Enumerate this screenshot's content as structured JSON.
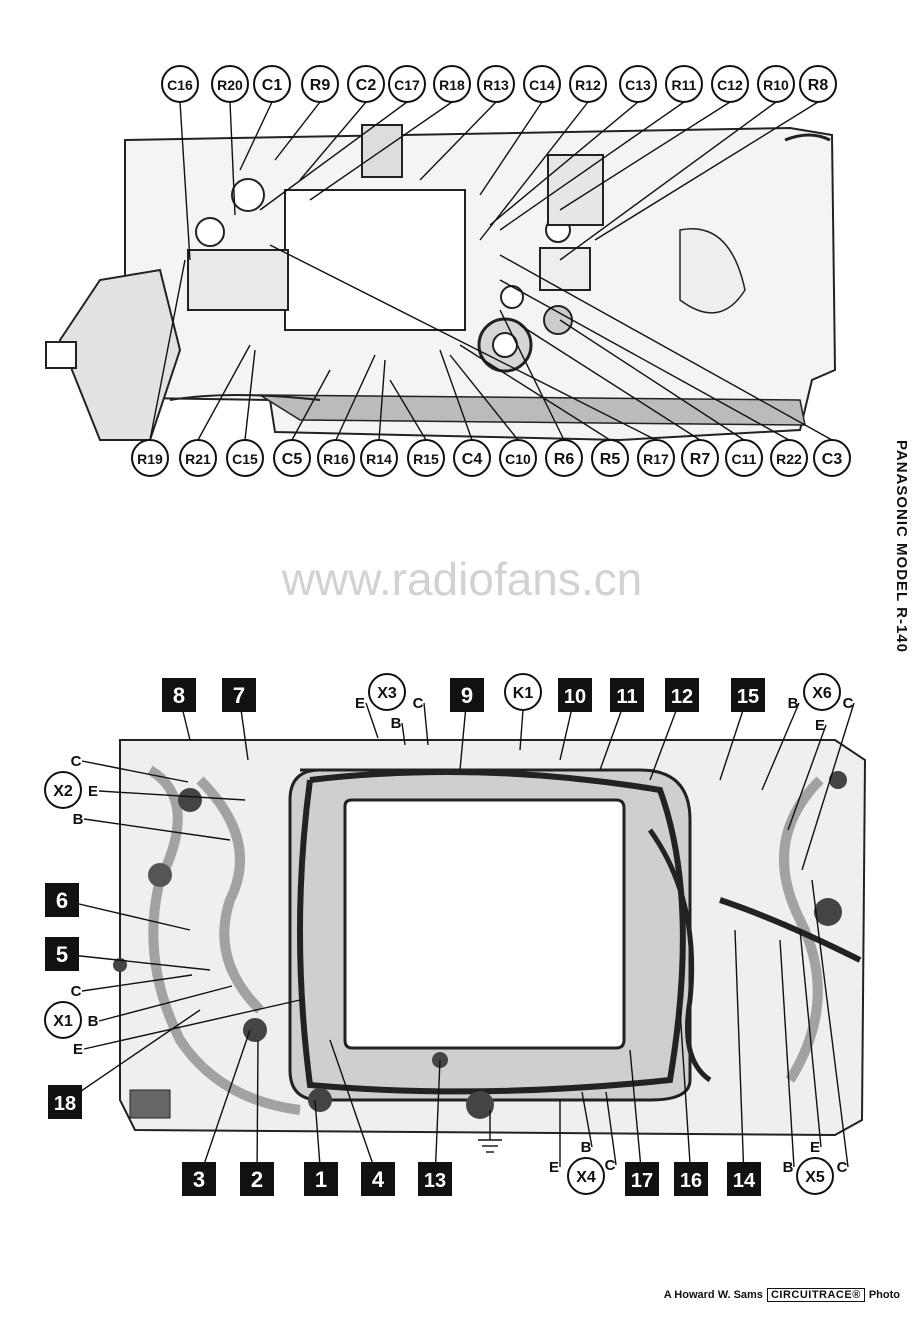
{
  "side_caption": "PANASONIC MODEL R-140",
  "watermark": "www.radiofans.cn",
  "credit": {
    "prefix": "A Howard W. Sams",
    "brand": "CIRCUITRACE®",
    "suffix": "Photo"
  },
  "top_photo": {
    "labels_top": [
      "C16",
      "R20",
      "C1",
      "R9",
      "C2",
      "C17",
      "R18",
      "R13",
      "C14",
      "R12",
      "C13",
      "R11",
      "C12",
      "R10",
      "R8"
    ],
    "labels_bottom": [
      "R19",
      "R21",
      "C15",
      "C5",
      "R16",
      "R14",
      "R15",
      "C4",
      "C10",
      "R6",
      "R5",
      "R17",
      "R7",
      "C11",
      "R22",
      "C3"
    ]
  },
  "bottom_photo": {
    "numbered_points": [
      "8",
      "7",
      "9",
      "10",
      "11",
      "12",
      "15",
      "6",
      "5",
      "18",
      "3",
      "2",
      "1",
      "4",
      "13",
      "17",
      "16",
      "14"
    ],
    "transistors": [
      "X3",
      "K1",
      "X6",
      "X2",
      "X1",
      "X4",
      "X5"
    ],
    "leads": {
      "X3": [
        "E",
        "B",
        "C"
      ],
      "X6": [
        "B",
        "E",
        "C"
      ],
      "X2": [
        "C",
        "E",
        "B"
      ],
      "X1": [
        "C",
        "B",
        "E"
      ],
      "X4": [
        "E",
        "B",
        "C"
      ],
      "X5": [
        "B",
        "E",
        "C"
      ]
    }
  }
}
